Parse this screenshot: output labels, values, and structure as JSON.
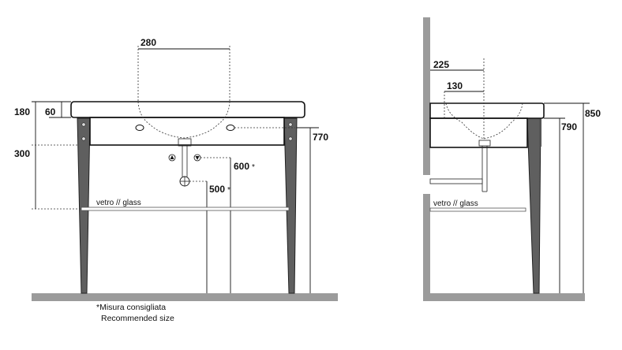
{
  "front_view": {
    "dim_bowl_width": "280",
    "dim_top_thickness": "60",
    "dim_top_height": "180",
    "dim_lower": "300",
    "dim_total_height": "770",
    "dim_waste_high": "600",
    "dim_waste_low": "500",
    "recommended_mark": "*",
    "shelf_label": "vetro // glass"
  },
  "side_view": {
    "dim_depth_overall": "225",
    "dim_depth_inner": "130",
    "dim_height_790": "790",
    "dim_height_850": "850",
    "shelf_label": "vetro // glass"
  },
  "legend": {
    "line1": "Misura consigliata",
    "line2": "Recommended size"
  }
}
